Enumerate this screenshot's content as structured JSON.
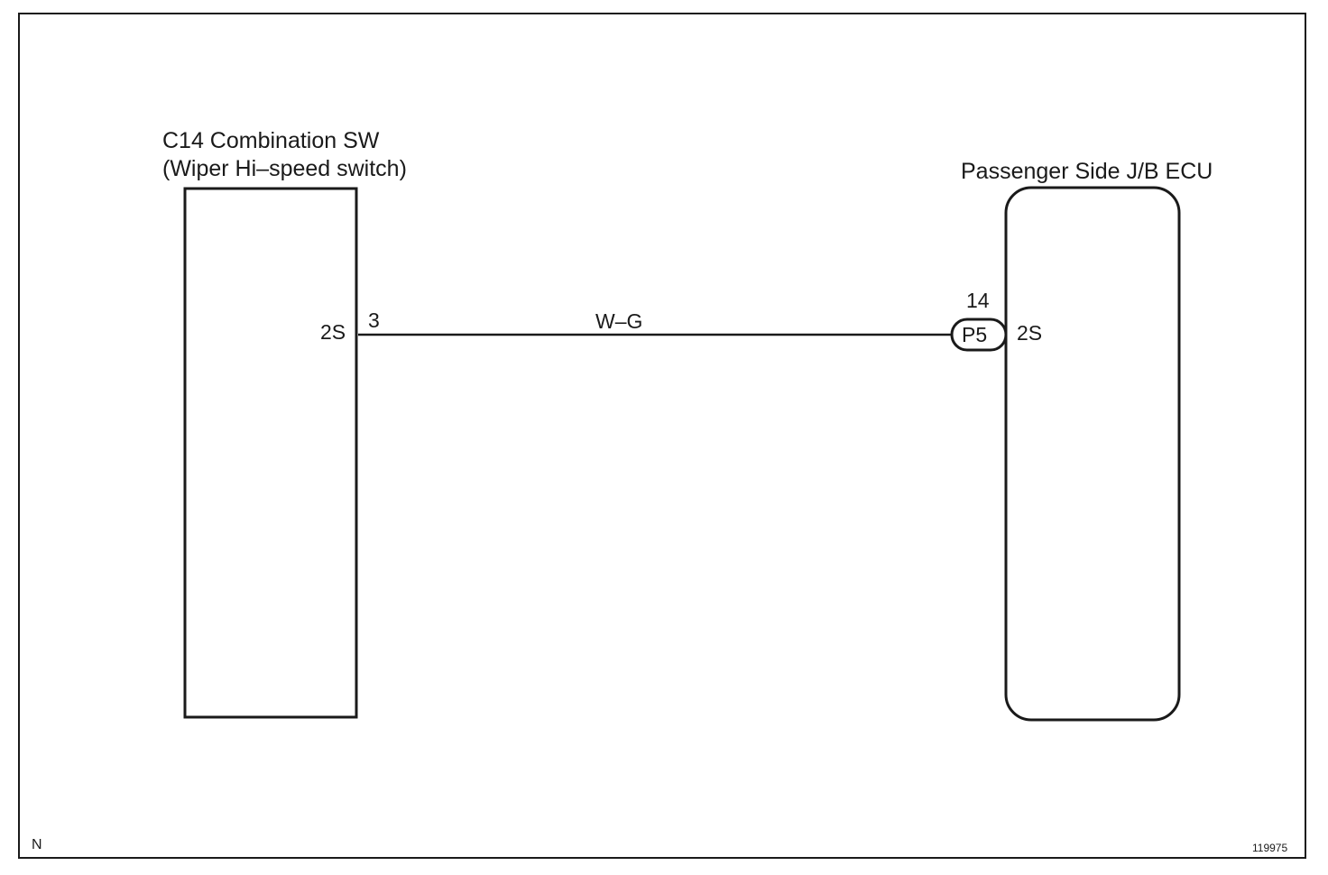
{
  "components": {
    "left": {
      "title_line1": "C14 Combination SW",
      "title_line2": "(Wiper Hi–speed switch)",
      "connector_code": "2S",
      "pin_number": "3"
    },
    "right": {
      "title": "Passenger Side J/B ECU",
      "connector_code": "2S",
      "pin_number": "14",
      "connector_id": "P5"
    }
  },
  "wire": {
    "color_code": "W–G"
  },
  "footer": {
    "left_mark": "N",
    "figure_number": "119975"
  }
}
